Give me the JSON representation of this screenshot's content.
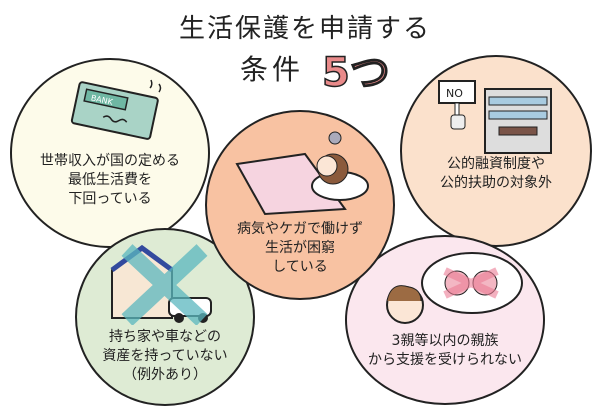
{
  "title": {
    "line1": "生活保護を申請する",
    "line2": "条件",
    "number": "5つ"
  },
  "conditions": [
    {
      "lines": [
        "世帯収入が国の定める",
        "最低生活費を",
        "下回っている"
      ],
      "illustration": "bank-card-icon",
      "color": "#fdfbea",
      "card_label": "BANK"
    },
    {
      "lines": [
        "公的融資制度や",
        "公的扶助の対象外"
      ],
      "illustration": "building-no-sign-icon",
      "color": "#fbe1cc",
      "sign_label": "NO"
    },
    {
      "lines": [
        "病気やケガで働けず",
        "生活が困窮",
        "している"
      ],
      "illustration": "sick-in-bed-icon",
      "color": "#f8c2a2"
    },
    {
      "lines": [
        "持ち家や車などの",
        "資産を持っていない",
        "（例外あり）"
      ],
      "illustration": "house-car-crossed-icon",
      "color": "#deebd4"
    },
    {
      "lines": [
        "3親等以内の親族",
        "から支援を受けられない"
      ],
      "illustration": "relatives-crossed-icon",
      "color": "#fbe7ee"
    }
  ]
}
